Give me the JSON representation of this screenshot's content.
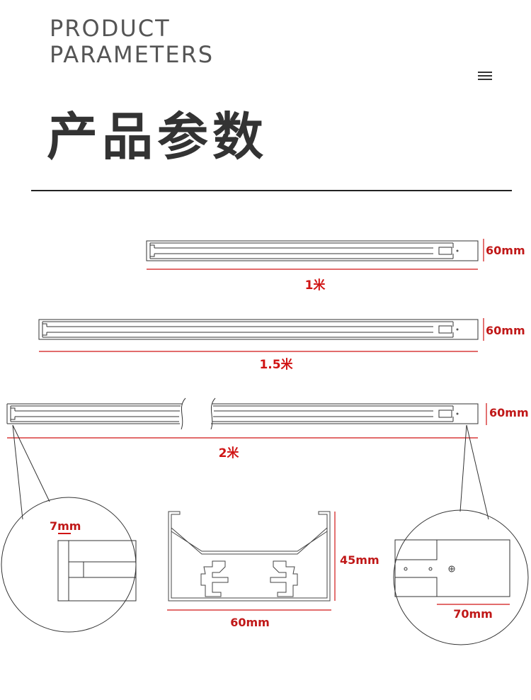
{
  "header": {
    "title_en_line1": "PRODUCT",
    "title_en_line2": "PARAMETERS",
    "title_cn": "产品参数",
    "menu_icon": "hamburger-menu-icon"
  },
  "profiles": [
    {
      "length_label": "1米",
      "height_label": "60mm"
    },
    {
      "length_label": "1.5米",
      "height_label": "60mm"
    },
    {
      "length_label": "2米",
      "height_label": "60mm"
    }
  ],
  "details": {
    "left_zoom_label": "7mm",
    "cross_section_height": "45mm",
    "cross_section_width": "60mm",
    "right_zoom_label": "70mm"
  },
  "colors": {
    "dimension_red": "#d01414",
    "line_dark": "#333333"
  }
}
